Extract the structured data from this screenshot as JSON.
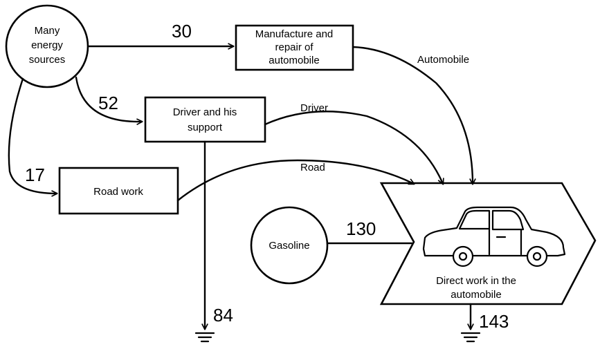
{
  "nodes": {
    "sources": [
      "Many",
      "energy",
      "sources"
    ],
    "manufacture": [
      "Manufacture  and",
      "repair of",
      "automobile"
    ],
    "driver": [
      "Driver and his",
      "support"
    ],
    "road": [
      "Road work"
    ],
    "gasoline": [
      "Gasoline"
    ],
    "direct": [
      "Direct work in the",
      "automobile"
    ]
  },
  "flows": {
    "manufacture_in": "30",
    "driver_in": "52",
    "road_in": "17",
    "gasoline_in": "130",
    "driver_loss": "84",
    "direct_loss": "143"
  },
  "edge_labels": {
    "automobile": "Automobile",
    "driver": "Driver",
    "road": "Road"
  },
  "icons": {
    "vehicle": "car-icon",
    "sink": "ground-icon"
  }
}
